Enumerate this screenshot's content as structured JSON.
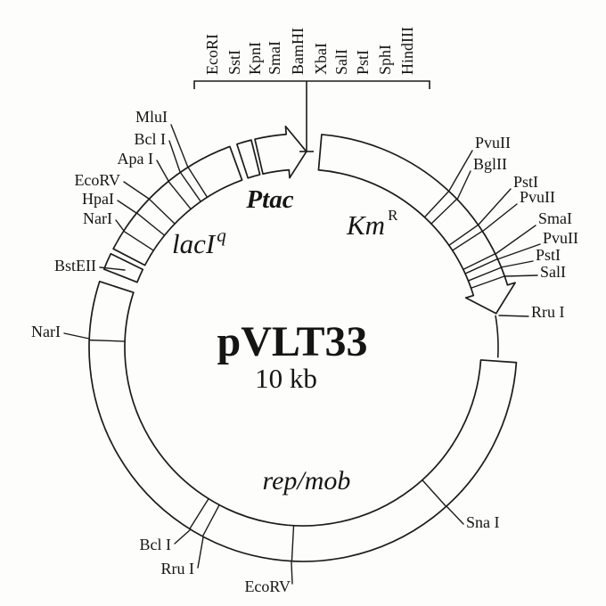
{
  "title": {
    "name": "pVLT33",
    "size": "10 kb"
  },
  "mcs": {
    "enzymes": [
      "EcoRI",
      "SstI",
      "KpnI",
      "SmaI",
      "BamHI",
      "XbaI",
      "SalI",
      "PstI",
      "SphI",
      "HindIII"
    ]
  },
  "regions": {
    "ptac": {
      "label": "Ptac"
    },
    "laci": {
      "base": "lacI",
      "sup": "q"
    },
    "km": {
      "base": "Km",
      "sup": "R"
    },
    "repmob": {
      "label": "rep/mob"
    }
  },
  "sites": {
    "left": [
      "MluI",
      "Bcl I",
      "Apa I",
      "EcoRV",
      "HpaI",
      "NarI",
      "BstEII",
      "NarI"
    ],
    "right": [
      "PvuII",
      "BglII",
      "PstI",
      "PvuII",
      "SmaI",
      "PvuII",
      "PstI",
      "SalI",
      "Rru I",
      "Sna I"
    ],
    "bottom": [
      "Bcl I",
      "Rru I",
      "EcoRV"
    ]
  },
  "colors": {
    "ink": "#1b1b1b",
    "background": "#fdfdfc"
  }
}
